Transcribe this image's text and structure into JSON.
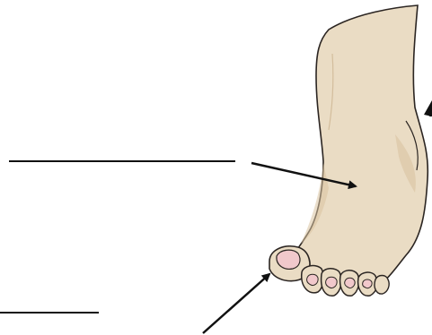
{
  "diagram": {
    "subject": "foot-illustration",
    "labels": [
      {
        "id": "label-1",
        "text": ""
      },
      {
        "id": "label-2",
        "text": ""
      },
      {
        "id": "label-3",
        "text": ""
      }
    ]
  },
  "colors": {
    "skin": "#eadcc4",
    "skin_shadow": "#d9c3a1",
    "outline": "#2b2522",
    "nail": "#f1c8cb",
    "line": "#111111",
    "background": "#ffffff"
  }
}
